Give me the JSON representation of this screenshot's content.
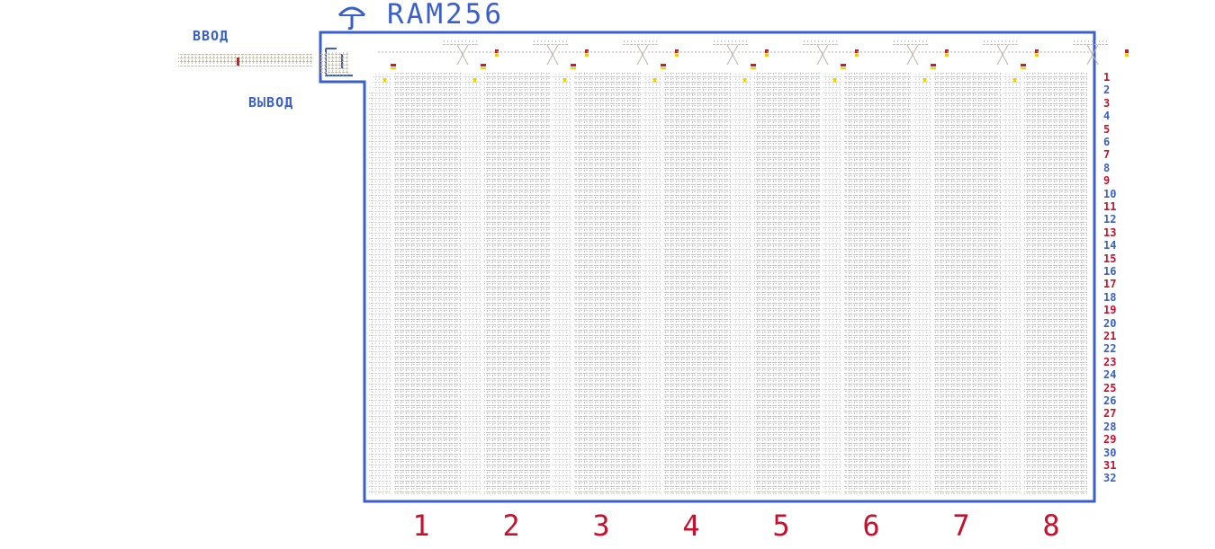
{
  "title": "RAM256",
  "labels": {
    "input": "ВВОД",
    "output": "ВЫВОД"
  },
  "column_labels": [
    "1",
    "2",
    "3",
    "4",
    "5",
    "6",
    "7",
    "8"
  ],
  "row_labels": [
    "1",
    "2",
    "3",
    "4",
    "5",
    "6",
    "7",
    "8",
    "9",
    "10",
    "11",
    "12",
    "13",
    "14",
    "15",
    "16",
    "17",
    "18",
    "19",
    "20",
    "21",
    "22",
    "23",
    "24",
    "25",
    "26",
    "27",
    "28",
    "29",
    "30",
    "31",
    "32"
  ],
  "colors": {
    "frame": "#3a5fcc",
    "column_label": "#c8102e",
    "row_label_odd": "#c8102e",
    "row_label_even": "#3a5fcc",
    "wire": "#c9c2b4",
    "signal_red": "#d41c1c",
    "signal_yellow": "#f0d000"
  },
  "icons": {
    "logo": "umbrella-icon"
  }
}
